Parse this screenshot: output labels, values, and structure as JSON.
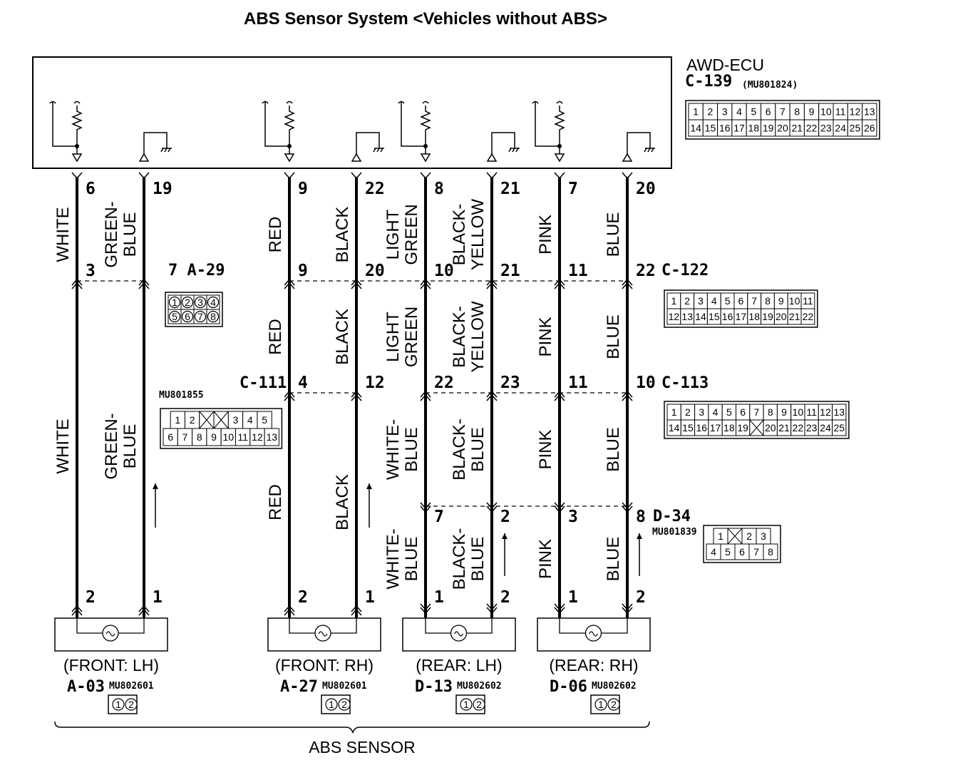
{
  "title": "ABS Sensor System <Vehicles without ABS>",
  "ecu": {
    "name": "AWD-ECU",
    "code": "C-139",
    "part": "(MU801824)",
    "rows": [
      [
        "1",
        "2",
        "3",
        "4",
        "5",
        "6",
        "7",
        "8",
        "9",
        "10",
        "11",
        "12",
        "13"
      ],
      [
        "14",
        "15",
        "16",
        "17",
        "18",
        "19",
        "20",
        "21",
        "22",
        "23",
        "24",
        "25",
        "26"
      ]
    ]
  },
  "wires": [
    {
      "id": "w1",
      "pins": {
        "ecu": "6",
        "c122": "3",
        "c111": "",
        "d34": "",
        "sensor": "2"
      },
      "colors": [
        "WHITE",
        "WHITE"
      ]
    },
    {
      "id": "w2",
      "pins": {
        "ecu": "19",
        "c122": "7",
        "c111": "",
        "d34": "",
        "sensor": "1"
      },
      "colors": [
        "GREEN-\nBLUE",
        "GREEN-\nBLUE"
      ]
    },
    {
      "id": "w3",
      "pins": {
        "ecu": "9",
        "c122": "9",
        "c111": "4",
        "d34": "",
        "sensor": "2"
      },
      "colors": [
        "RED",
        "RED",
        "RED"
      ]
    },
    {
      "id": "w4",
      "pins": {
        "ecu": "22",
        "c122": "20",
        "c111": "12",
        "d34": "",
        "sensor": "1"
      },
      "colors": [
        "BLACK",
        "BLACK",
        "BLACK"
      ]
    },
    {
      "id": "w5",
      "pins": {
        "ecu": "8",
        "c122": "10",
        "c111": "22",
        "d34": "7",
        "sensor": "1"
      },
      "colors": [
        "LIGHT\nGREEN",
        "LIGHT\nGREEN",
        "WHITE-\nBLUE",
        "WHITE-\nBLUE"
      ]
    },
    {
      "id": "w6",
      "pins": {
        "ecu": "21",
        "c122": "21",
        "c111": "23",
        "d34": "2",
        "sensor": "2"
      },
      "colors": [
        "BLACK-\nYELLOW",
        "BLACK-\nYELLOW",
        "BLACK-\nBLUE",
        "BLACK-\nBLUE"
      ]
    },
    {
      "id": "w7",
      "pins": {
        "ecu": "7",
        "c122": "11",
        "c111": "11",
        "d34": "3",
        "sensor": "1"
      },
      "colors": [
        "PINK",
        "PINK",
        "PINK",
        "PINK"
      ]
    },
    {
      "id": "w8",
      "pins": {
        "ecu": "20",
        "c122": "22",
        "c111": "10",
        "d34": "8",
        "sensor": "2"
      },
      "colors": [
        "BLUE",
        "BLUE",
        "BLUE",
        "BLUE"
      ]
    }
  ],
  "connectors": {
    "a29": {
      "code": "7 A-29",
      "rows": [
        [
          "1",
          "2",
          "3",
          "4"
        ],
        [
          "5",
          "6",
          "7",
          "8"
        ]
      ]
    },
    "c122": {
      "code": "C-122",
      "rows": [
        [
          "1",
          "2",
          "3",
          "4",
          "5",
          "6",
          "7",
          "8",
          "9",
          "10",
          "11"
        ],
        [
          "12",
          "13",
          "14",
          "15",
          "16",
          "17",
          "18",
          "19",
          "20",
          "21",
          "22"
        ]
      ]
    },
    "c111": {
      "code": "C-111",
      "part": "MU801855",
      "rows": [
        [
          "1",
          "2",
          "",
          "",
          "3",
          "4",
          "5"
        ],
        [
          "6",
          "7",
          "8",
          "9",
          "10",
          "11",
          "12",
          "13"
        ]
      ]
    },
    "c113": {
      "code": "C-113",
      "rows": [
        [
          "1",
          "2",
          "3",
          "4",
          "5",
          "6",
          "7",
          "8",
          "9",
          "10",
          "11",
          "12",
          "13"
        ],
        [
          "14",
          "15",
          "16",
          "17",
          "18",
          "19",
          "",
          "20",
          "21",
          "22",
          "23",
          "24",
          "25"
        ]
      ]
    },
    "d34": {
      "code": "D-34",
      "part": "MU801839",
      "rows": [
        [
          "1",
          "",
          "2",
          "3"
        ],
        [
          "4",
          "5",
          "6",
          "7",
          "8"
        ]
      ]
    }
  },
  "sensors": [
    {
      "label": "(FRONT: LH)",
      "code": "A-03",
      "part": "MU802601",
      "pins": [
        "1",
        "2"
      ]
    },
    {
      "label": "(FRONT: RH)",
      "code": "A-27",
      "part": "MU802601",
      "pins": [
        "1",
        "2"
      ]
    },
    {
      "label": "(REAR: LH)",
      "code": "D-13",
      "part": "MU802602",
      "pins": [
        "1",
        "2"
      ]
    },
    {
      "label": "(REAR: RH)",
      "code": "D-06",
      "part": "MU802602",
      "pins": [
        "1",
        "2"
      ]
    }
  ],
  "group_label": "ABS SENSOR"
}
